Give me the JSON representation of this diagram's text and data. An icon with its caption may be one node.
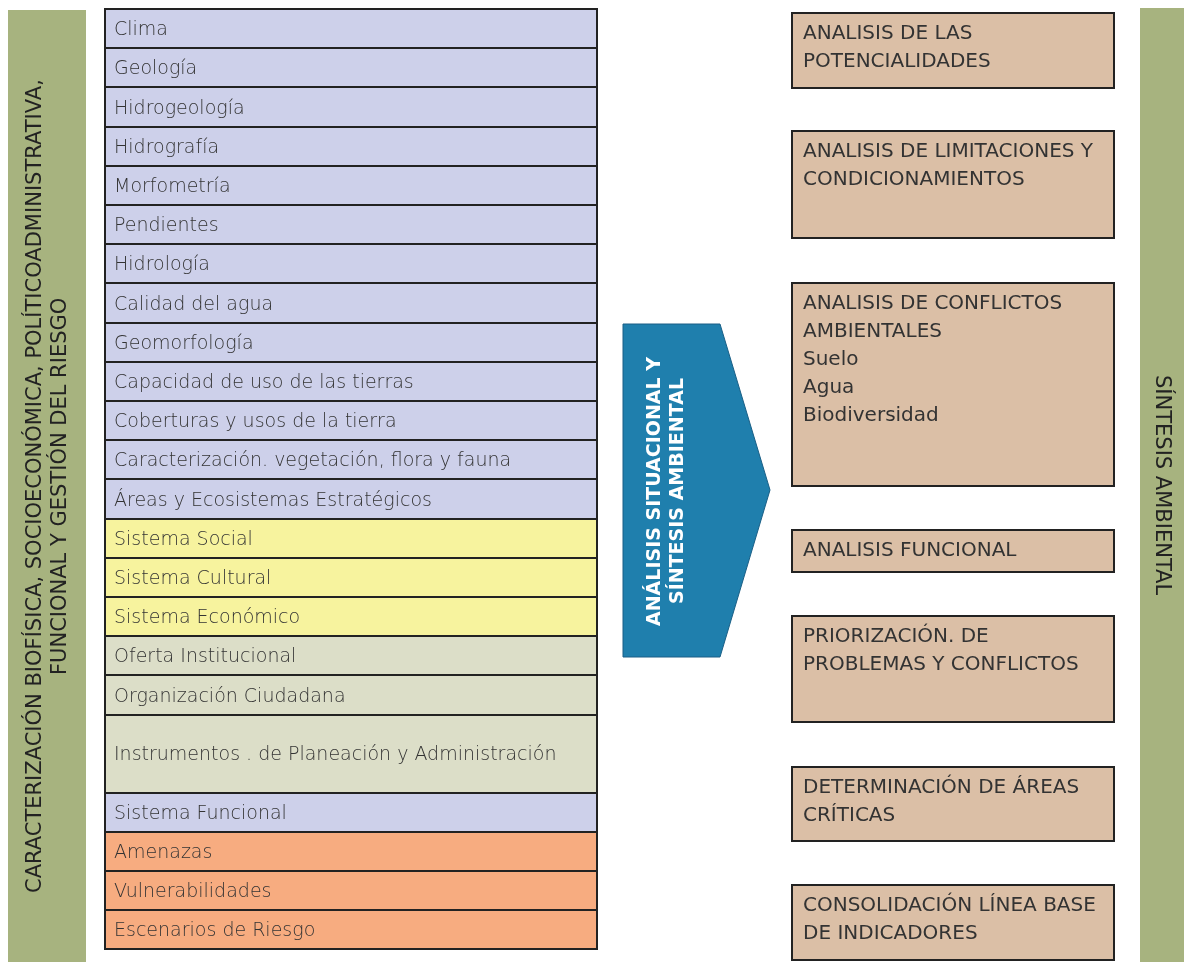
{
  "diagram": {
    "nodes": [
      {
        "text": [
          "CARACTERIZACIÓN BIOFÍSICA, SOCIOECONÓMICA, POLÍTICOADMINISTRATIVA, FUNCIONAL Y GESTIÓN DEL RIESGO"
        ]
      },
      {
        "text": [
          "Clima"
        ]
      },
      {
        "text": [
          "Geología"
        ]
      },
      {
        "text": [
          "Hidrogeología"
        ]
      },
      {
        "text": [
          "Hidrografía"
        ]
      },
      {
        "text": [
          "Morfometría"
        ]
      },
      {
        "text": [
          "Pendientes"
        ]
      },
      {
        "text": [
          "Hidrología"
        ]
      },
      {
        "text": [
          "Calidad del agua"
        ]
      },
      {
        "text": [
          "Geomorfología"
        ]
      },
      {
        "text": [
          "Capacidad de uso de las tierras"
        ]
      },
      {
        "text": [
          "Coberturas y usos de la tierra"
        ]
      },
      {
        "text": [
          "Caracterización. vegetación, flora y fauna"
        ]
      },
      {
        "text": [
          "Áreas y Ecosistemas Estratégicos"
        ]
      },
      {
        "text": [
          "Sistema Social"
        ]
      },
      {
        "text": [
          "Sistema Cultural"
        ]
      },
      {
        "text": [
          "Sistema Económico"
        ]
      },
      {
        "text": [
          "Oferta Institucional"
        ]
      },
      {
        "text": [
          "Organización Ciudadana"
        ]
      },
      {
        "text": [
          "Instrumentos . de Planeación y Administración"
        ]
      },
      {
        "text": [
          "Sistema Funcional"
        ]
      },
      {
        "text": [
          "Amenazas"
        ]
      },
      {
        "text": [
          "Vulnerabilidades"
        ]
      },
      {
        "text": [
          "Escenarios de Riesgo"
        ]
      },
      {
        "text": [
          "ANÁLISIS SITUACIONAL Y SÍNTESIS AMBIENTAL"
        ]
      },
      {
        "text": [
          "ANALISIS DE LAS POTENCIALIDADES"
        ]
      },
      {
        "text": [
          "ANALISIS DE LIMITACIONES Y CONDICIONAMIENTOS"
        ]
      },
      {
        "text": [
          "ANALISIS DE CONFLICTOS AMBIENTALES",
          "Suelo",
          "Agua",
          "Biodiversidad"
        ]
      },
      {
        "text": [
          "ANALISIS FUNCIONAL"
        ]
      },
      {
        "text": [
          "PRIORIZACIÓN. DE PROBLEMAS Y CONFLICTOS"
        ]
      },
      {
        "text": [
          "DETERMINACIÓN DE ÁREAS CRÍTICAS"
        ]
      },
      {
        "text": [
          "CONSOLIDACIÓN LÍNEA BASE DE INDICADORES"
        ]
      },
      {
        "text": [
          "SÍNTESIS AMBIENTAL"
        ]
      }
    ],
    "edges": []
  }
}
